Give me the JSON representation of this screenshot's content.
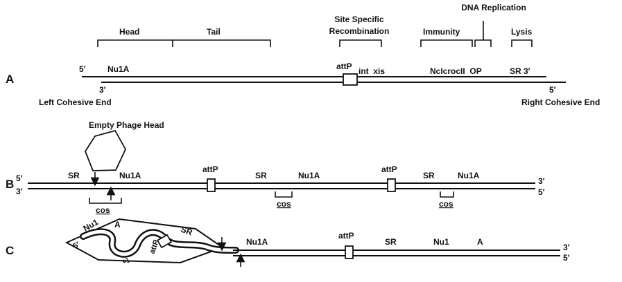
{
  "panels": {
    "a": {
      "letter": "A",
      "brackets": {
        "head": "Head",
        "tail": "Tail",
        "recomb_line1": "Site Specific",
        "recomb_line2": "Recombination",
        "immunity": "Immunity",
        "dna_replication": "DNA Replication",
        "lysis": "Lysis"
      },
      "strand": {
        "five_prime_left": "5′",
        "three_prime_left": "3′",
        "five_prime_right": "5′",
        "nu1a": "Nu1A",
        "attp": "attP",
        "int_xis": "int  xis",
        "ncicroc": "NcIcrocII  OP",
        "sr3": "SR 3′"
      },
      "left_end": "Left Cohesive End",
      "right_end": "Right Cohesive End"
    },
    "b": {
      "letter": "B",
      "empty_head": "Empty Phage Head",
      "five_prime_left": "5′",
      "three_prime_left": "3′",
      "three_prime_right": "3′",
      "five_prime_right": "5′",
      "sr": "SR",
      "nu1a": "Nu1A",
      "attp": "attP",
      "cos": "cos"
    },
    "c": {
      "letter": "C",
      "five_prime_inner": "5′",
      "three_prime_inner": "3′",
      "nu1": "Nu1",
      "a": "A",
      "attp": "attP",
      "sr": "SR",
      "nu1a": "Nu1A",
      "three_prime_right": "3′",
      "five_prime_right": "5′"
    }
  }
}
